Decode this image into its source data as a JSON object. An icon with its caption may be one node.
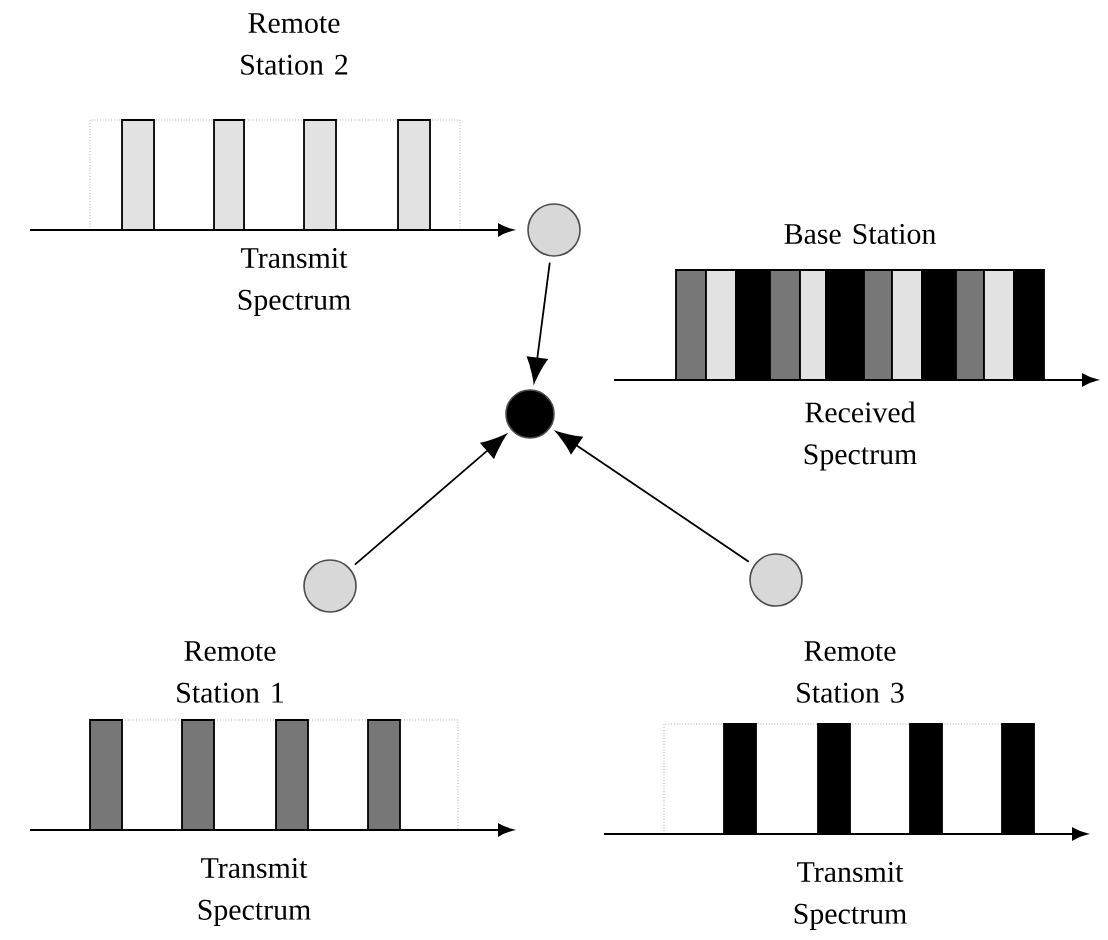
{
  "diagram": {
    "nodes": [
      {
        "text": [],
        "shape": "circle"
      },
      {
        "text": [],
        "shape": "circle"
      },
      {
        "text": [],
        "shape": "circle"
      },
      {
        "text": [],
        "shape": "circle"
      }
    ],
    "edges": [
      {
        "from": 0,
        "to": 1,
        "arrow": "to"
      },
      {
        "from": 2,
        "to": 1,
        "arrow": "to"
      },
      {
        "from": 3,
        "to": 1,
        "arrow": "to"
      }
    ],
    "labels": [
      "Remote Station 2",
      "Transmit Spectrum",
      "Base Station",
      "Received Spectrum",
      "Remote Station 1",
      "Transmit Spectrum",
      "Remote Station 3",
      "Transmit Spectrum"
    ]
  }
}
